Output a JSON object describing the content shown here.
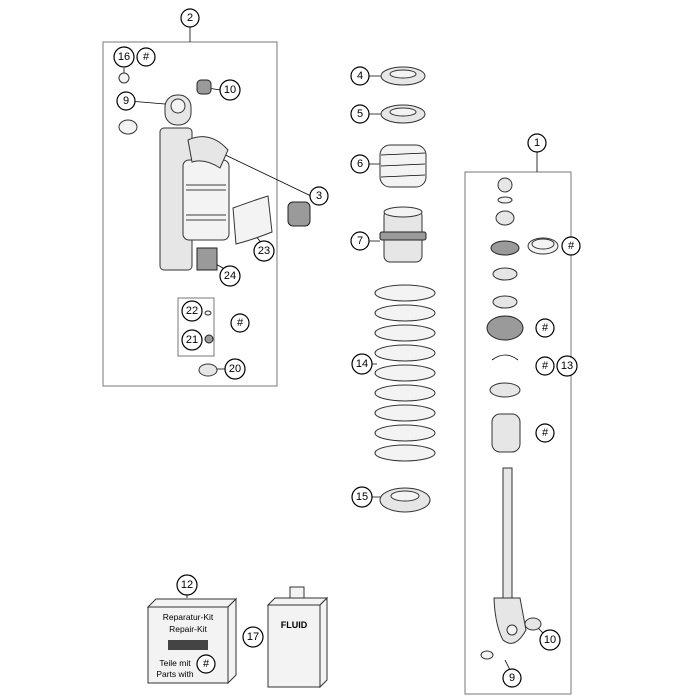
{
  "callouts": {
    "c1": "1",
    "c2": "2",
    "c3": "3",
    "c4": "4",
    "c5": "5",
    "c6": "6",
    "c7": "7",
    "c9a": "9",
    "c9b": "9",
    "c10a": "10",
    "c10b": "10",
    "c12": "12",
    "c13": "13",
    "c14": "14",
    "c15": "15",
    "c16": "16",
    "c17": "17",
    "c20": "20",
    "c21": "21",
    "c22": "22",
    "c23": "23",
    "c24": "24",
    "hash": "#"
  },
  "kit_label": {
    "line1": "Reparatur-Kit",
    "line2": "Repair-Kit",
    "line3": "Teile mit",
    "line4": "Parts with"
  },
  "fluid_label": "FLUID"
}
